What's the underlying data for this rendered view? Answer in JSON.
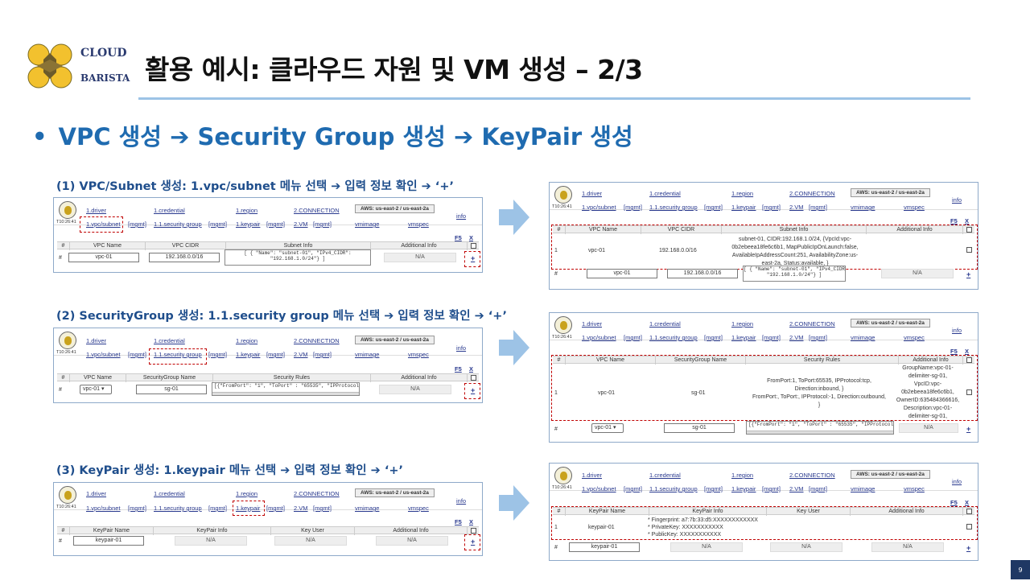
{
  "logo": {
    "line1": "CLOUD",
    "line2": "BARISTA"
  },
  "title": "활용 예시: 클라우드 자원 및 VM 생성 – 2/3",
  "bullet": {
    "dot": "•",
    "text": "VPC 생성 ➔ Security Group 생성 ➔ KeyPair 생성"
  },
  "steps": [
    "(1) VPC/Subnet 생성: 1.vpc/subnet  메뉴 선택 ➔ 입력 정보 확인 ➔ ‘+’",
    "(2) SecurityGroup 생성: 1.1.security group 메뉴 선택 ➔ 입력 정보 확인 ➔ ‘+’",
    "(3) KeyPair 생성: 1.keypair  메뉴 선택 ➔ 입력 정보 확인 ➔ ‘+’"
  ],
  "menu": {
    "clock": "T10:26:41",
    "driver": "1.driver",
    "credential": "1.credential",
    "region": "1.region",
    "connection": "2.CONNECTION",
    "aws": "AWS: us-east-2 / us-east-2a",
    "info": "info",
    "vpc": "1.vpc/subnet",
    "mgmt": "[mgmt]",
    "sg": "1.1.security group",
    "keypair": "1.keypair",
    "vm": "2.VM",
    "vmimage": "vmimage",
    "vmspec": "vmspec",
    "f5": "F5",
    "x": "X",
    "plus": "+",
    "hash": "#"
  },
  "vpc": {
    "headers": [
      "VPC Name",
      "VPC CIDR",
      "Subnet Info",
      "Additional Info"
    ],
    "input": {
      "name": "vpc-01",
      "cidr": "192.168.0.0/16",
      "subnet_l1": "[ { \"Name\": \"subnet-01\", \"IPv4_CIDR\":",
      "subnet_l2": "\"192.168.1.0/24\"} ]",
      "additional": "N/A"
    },
    "row": {
      "index": "1",
      "name": "vpc-01",
      "cidr": "192.168.0.0/16",
      "subnet_lines": [
        "subnet-01, CIDR:192.168.1.0/24, {VpcId:vpc-",
        "0b2ebeea18fe6c6b1, MapPublicIpOnLaunch:false,",
        "AvailableIpAddressCount:251, AvailabilityZone:us-",
        "east-2a, Status:available, }"
      ]
    }
  },
  "sg": {
    "headers": [
      "VPC Name",
      "SecurityGroup Name",
      "Security Rules",
      "Additional Info"
    ],
    "input": {
      "vpc": "vpc-01 ▾",
      "name": "sg-01",
      "rules": "[{\"FromPort\": \"1\", \"ToPort\" : \"65535\", \"IPProtocol\"",
      "additional": "N/A"
    },
    "row": {
      "index": "1",
      "vpc": "vpc-01",
      "name": "sg-01",
      "rule_lines": [
        "FromPort:1, ToPort:65535, IPProtocol:tcp,",
        "Direction:inbound, }",
        "FromPort:, ToPort:, IPProtocol:-1, Direction:outbound,",
        "}"
      ],
      "add_lines": [
        "GroupName:vpc-01-",
        "delimiter-sg-01,",
        "VpcID:vpc-",
        "0b2ebeea18fe6c6b1,",
        "OwnerID:635484366616,",
        "Description:vpc-01-",
        "delimiter-sg-01,"
      ]
    }
  },
  "kp": {
    "headers": [
      "KeyPair Name",
      "KeyPair Info",
      "Key User",
      "Additional Info"
    ],
    "input": {
      "name": "keypair-01",
      "info": "N/A",
      "user": "N/A",
      "additional": "N/A"
    },
    "row": {
      "index": "1",
      "name": "keypair-01",
      "info_lines": [
        "* Fingerprint: a7:7b:33:d5:XXXXXXXXXXXX",
        "* PrivateKey: XXXXXXXXXXX",
        "* PublicKey: XXXXXXXXXXX"
      ]
    }
  },
  "page_number": "9",
  "colors": {
    "title_blue": "#1f6bb0",
    "step_blue": "#1f4e8c",
    "dash_red": "#c00000",
    "arrow": "#9dc3e6"
  }
}
